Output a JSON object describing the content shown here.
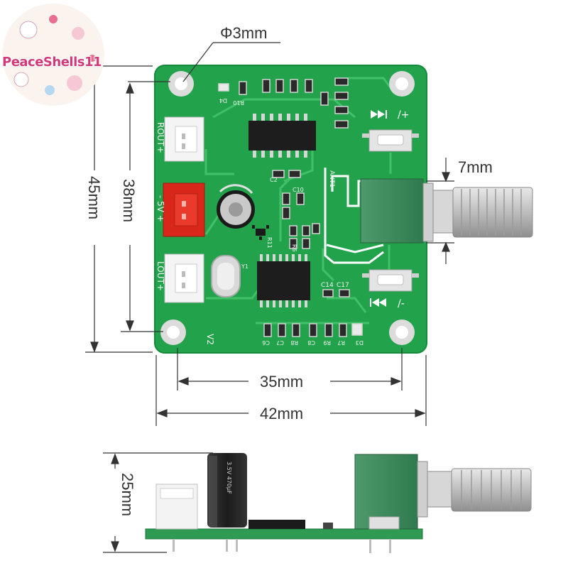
{
  "watermark": {
    "text": "PeaceShells11"
  },
  "dimensions": {
    "hole_diameter": "Φ3mm",
    "pot_shaft_width": "7mm",
    "board_height": "45mm",
    "hole_spacing_vertical": "38mm",
    "hole_spacing_horizontal": "35mm",
    "board_width": "42mm",
    "side_height": "25mm"
  },
  "silkscreen": {
    "right_out": "ROUT+",
    "power": "- 5V +",
    "left_out": "LOUT+",
    "version": "V2",
    "antenna": "ANT1",
    "r10": "R10",
    "d4": "D4",
    "r11": "R11",
    "c2": "C2",
    "c10": "C10",
    "r6": "R6",
    "y1": "Y1",
    "c14": "C14",
    "c17": "C17",
    "bottom_row": [
      "C6",
      "C7",
      "R8",
      "C8",
      "R9",
      "R7",
      "D3"
    ]
  }
}
